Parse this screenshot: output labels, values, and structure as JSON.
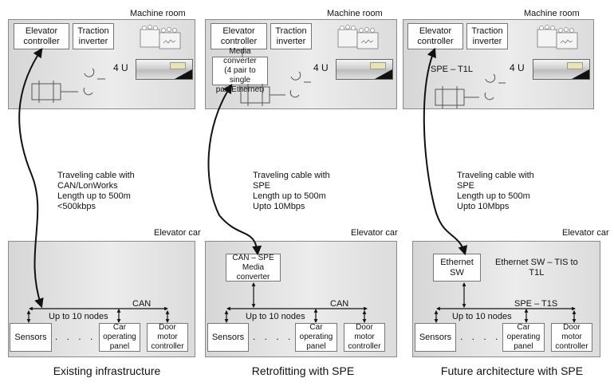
{
  "panels": [
    {
      "caption": "Existing infrastructure",
      "machine_room": {
        "label": "Machine room",
        "elevator_controller": "Elevator\ncontroller",
        "traction_inverter": "Traction\ninverter",
        "rack_units": "4 U"
      },
      "cable_text": "Traveling cable with\nCAN/LonWorks\nLength up to 500m\n<500kbps",
      "elevator_car": {
        "label": "Elevator car",
        "bus_label": "CAN",
        "nodes_label": "Up to 10 nodes",
        "sensors": "Sensors",
        "dots": ". . . . .",
        "car_operating_panel": "Car\noperating\npanel",
        "door_motor_controller": "Door\nmotor\ncontroller"
      }
    },
    {
      "caption": "Retrofitting with SPE",
      "machine_room": {
        "label": "Machine room",
        "elevator_controller": "Elevator\ncontroller",
        "traction_inverter": "Traction\ninverter",
        "media_converter": "Media converter\n(4 pair to single\npair Ethernet)",
        "rack_units": "4 U"
      },
      "cable_text": "Traveling cable with\nSPE\nLength up to 500m\nUpto 10Mbps",
      "elevator_car": {
        "label": "Elevator car",
        "converter": "CAN – SPE\nMedia converter",
        "bus_label": "CAN",
        "nodes_label": "Up to 10 nodes",
        "sensors": "Sensors",
        "dots": ". . . . .",
        "car_operating_panel": "Car\noperating\npanel",
        "door_motor_controller": "Door\nmotor\ncontroller"
      }
    },
    {
      "caption": "Future architecture with SPE",
      "machine_room": {
        "label": "Machine room",
        "elevator_controller": "Elevator\ncontroller",
        "traction_inverter": "Traction\ninverter",
        "link_label": "SPE – T1L",
        "rack_units": "4 U"
      },
      "cable_text": "Traveling cable with\nSPE\nLength up to 500m\nUpto 10Mbps",
      "elevator_car": {
        "label": "Elevator car",
        "switch": "Ethernet SW",
        "switch_note": "Ethernet SW – TIS to\nT1L",
        "bus_label": "SPE – T1S",
        "nodes_label": "Up to 10 nodes",
        "sensors": "Sensors",
        "dots": ". . . . .",
        "car_operating_panel": "Car\noperating\npanel",
        "door_motor_controller": "Door\nmotor\ncontroller"
      }
    }
  ]
}
